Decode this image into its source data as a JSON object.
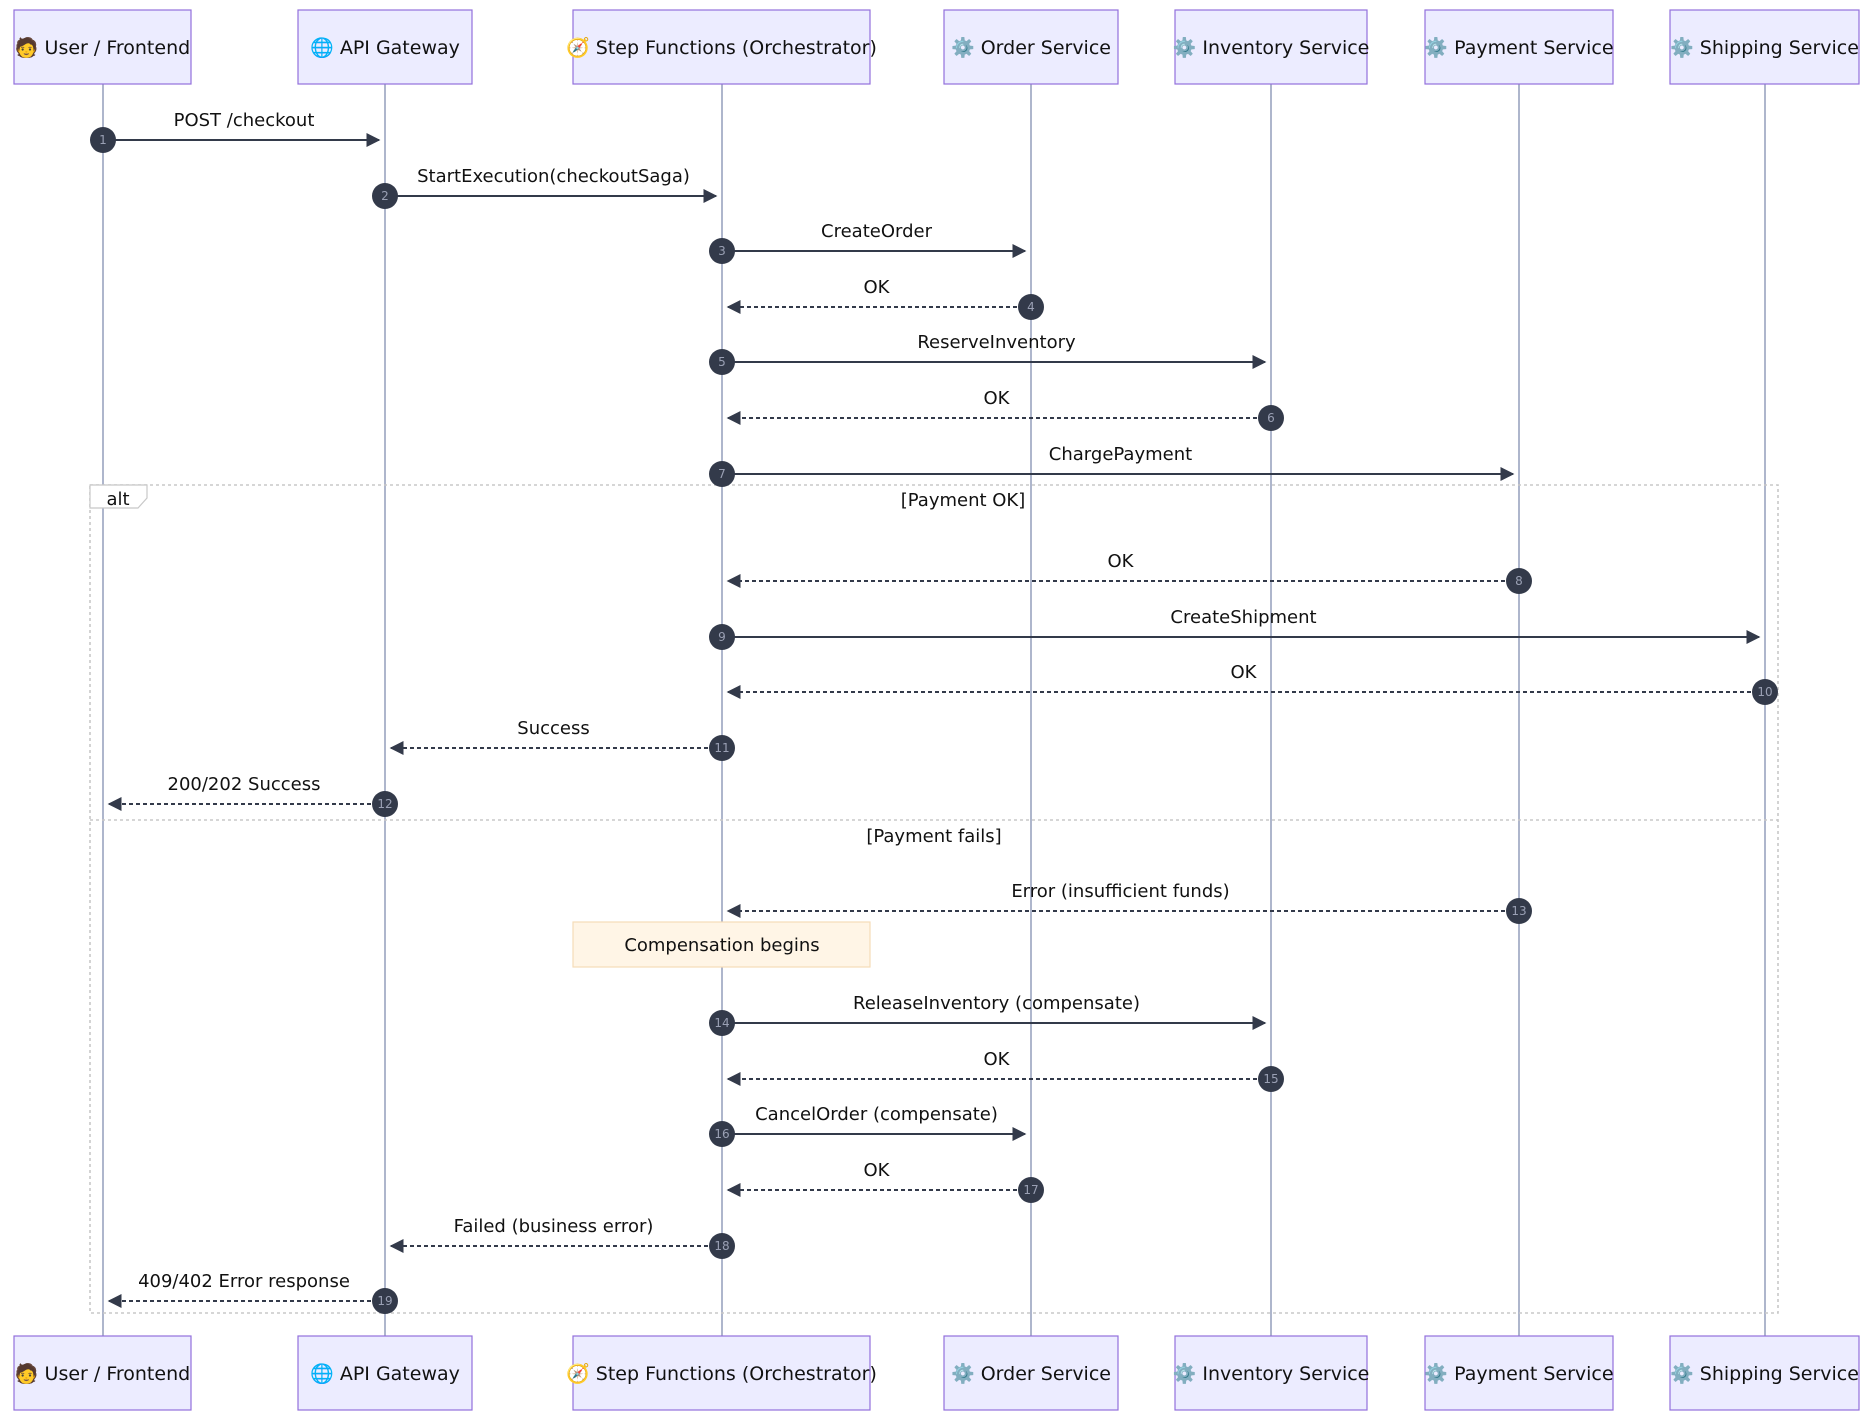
{
  "participants": [
    {
      "id": "user",
      "icon": "🧑",
      "label": "User / Frontend"
    },
    {
      "id": "api",
      "icon": "🌐",
      "label": "API Gateway"
    },
    {
      "id": "sf",
      "icon": "🧭",
      "label": "Step Functions (Orchestrator)"
    },
    {
      "id": "order",
      "icon": "⚙️",
      "label": "Order Service"
    },
    {
      "id": "inv",
      "icon": "⚙️",
      "label": "Inventory Service"
    },
    {
      "id": "pay",
      "icon": "⚙️",
      "label": "Payment Service"
    },
    {
      "id": "ship",
      "icon": "⚙️",
      "label": "Shipping Service"
    }
  ],
  "messages": [
    {
      "n": "1",
      "from": "user",
      "to": "api",
      "text": "POST /checkout",
      "style": "solid"
    },
    {
      "n": "2",
      "from": "api",
      "to": "sf",
      "text": "StartExecution(checkoutSaga)",
      "style": "solid"
    },
    {
      "n": "3",
      "from": "sf",
      "to": "order",
      "text": "CreateOrder",
      "style": "solid"
    },
    {
      "n": "4",
      "from": "order",
      "to": "sf",
      "text": "OK",
      "style": "dashed"
    },
    {
      "n": "5",
      "from": "sf",
      "to": "inv",
      "text": "ReserveInventory",
      "style": "solid"
    },
    {
      "n": "6",
      "from": "inv",
      "to": "sf",
      "text": "OK",
      "style": "dashed"
    },
    {
      "n": "7",
      "from": "sf",
      "to": "pay",
      "text": "ChargePayment",
      "style": "solid"
    },
    {
      "n": "8",
      "from": "pay",
      "to": "sf",
      "text": "OK",
      "style": "dashed"
    },
    {
      "n": "9",
      "from": "sf",
      "to": "ship",
      "text": "CreateShipment",
      "style": "solid"
    },
    {
      "n": "10",
      "from": "ship",
      "to": "sf",
      "text": "OK",
      "style": "dashed"
    },
    {
      "n": "11",
      "from": "sf",
      "to": "api",
      "text": "Success",
      "style": "dashed"
    },
    {
      "n": "12",
      "from": "api",
      "to": "user",
      "text": "200/202 Success",
      "style": "dashed"
    },
    {
      "n": "13",
      "from": "pay",
      "to": "sf",
      "text": "Error (insufficient funds)",
      "style": "dashed"
    },
    {
      "n": "14",
      "from": "sf",
      "to": "inv",
      "text": "ReleaseInventory (compensate)",
      "style": "solid"
    },
    {
      "n": "15",
      "from": "inv",
      "to": "sf",
      "text": "OK",
      "style": "dashed"
    },
    {
      "n": "16",
      "from": "sf",
      "to": "order",
      "text": "CancelOrder (compensate)",
      "style": "solid"
    },
    {
      "n": "17",
      "from": "order",
      "to": "sf",
      "text": "OK",
      "style": "dashed"
    },
    {
      "n": "18",
      "from": "sf",
      "to": "api",
      "text": "Failed (business error)",
      "style": "dashed"
    },
    {
      "n": "19",
      "from": "api",
      "to": "user",
      "text": "409/402 Error response",
      "style": "dashed"
    }
  ],
  "alt_frame": {
    "label": "alt",
    "condition_1": "[Payment OK]",
    "condition_2": "[Payment fails]"
  },
  "note": {
    "text": "Compensation begins"
  }
}
